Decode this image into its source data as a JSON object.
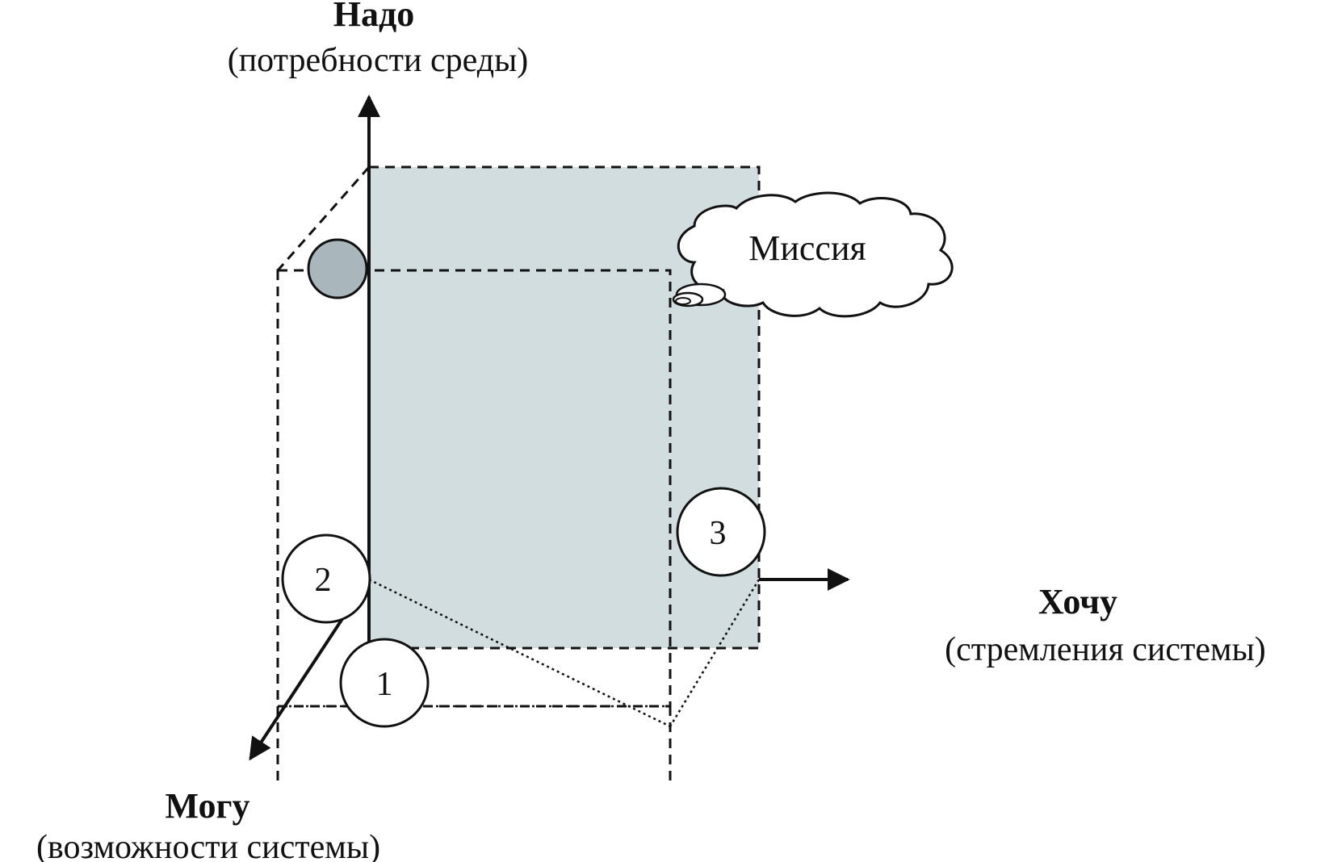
{
  "axes": {
    "vertical": {
      "title": "Надо",
      "subtitle": "(потребности среды)"
    },
    "horizontal": {
      "title": "Хочу",
      "subtitle": "(стремления системы)"
    },
    "depth": {
      "title": "Могу",
      "subtitle": "(возможности системы)"
    }
  },
  "mission": {
    "label": "Миссия"
  },
  "markers": [
    {
      "label": "1"
    },
    {
      "label": "2"
    },
    {
      "label": "3"
    }
  ],
  "colors": {
    "plane_fill": "#d2dde0",
    "top_dot_fill": "#a9b7bd",
    "stroke": "#111111",
    "background": "#ffffff"
  }
}
